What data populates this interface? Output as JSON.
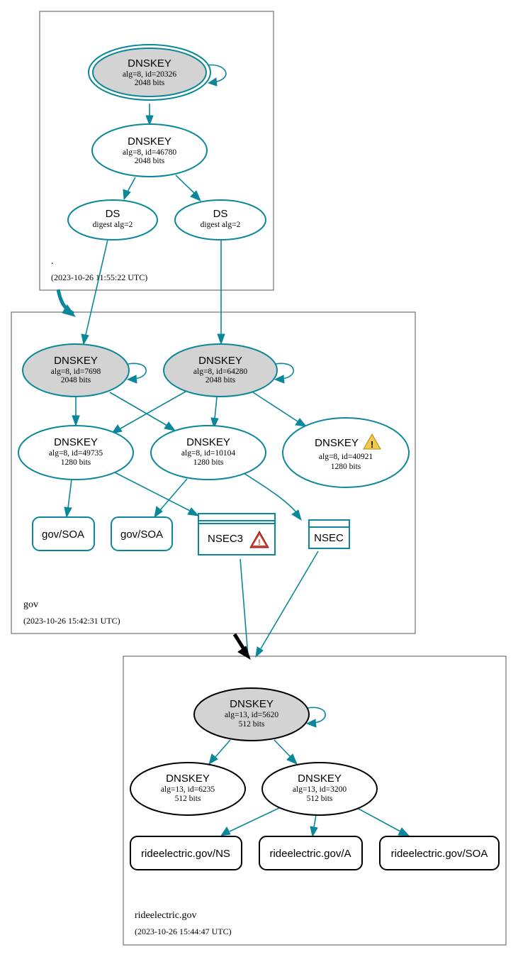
{
  "zones": {
    "root": {
      "name": ".",
      "timestamp": "(2023-10-26 11:55:22 UTC)"
    },
    "gov": {
      "name": "gov",
      "timestamp": "(2023-10-26 15:42:31 UTC)"
    },
    "rideelectric": {
      "name": "rideelectric.gov",
      "timestamp": "(2023-10-26 15:44:47 UTC)"
    }
  },
  "nodes": {
    "root_ksk": {
      "title": "DNSKEY",
      "line1": "alg=8, id=20326",
      "line2": "2048 bits"
    },
    "root_zsk": {
      "title": "DNSKEY",
      "line1": "alg=8, id=46780",
      "line2": "2048 bits"
    },
    "root_ds1": {
      "title": "DS",
      "line1": "digest alg=2"
    },
    "root_ds2": {
      "title": "DS",
      "line1": "digest alg=2"
    },
    "gov_ksk1": {
      "title": "DNSKEY",
      "line1": "alg=8, id=7698",
      "line2": "2048 bits"
    },
    "gov_ksk2": {
      "title": "DNSKEY",
      "line1": "alg=8, id=64280",
      "line2": "2048 bits"
    },
    "gov_zsk1": {
      "title": "DNSKEY",
      "line1": "alg=8, id=49735",
      "line2": "1280 bits"
    },
    "gov_zsk2": {
      "title": "DNSKEY",
      "line1": "alg=8, id=10104",
      "line2": "1280 bits"
    },
    "gov_zsk3": {
      "title": "DNSKEY",
      "line1": "alg=8, id=40921",
      "line2": "1280 bits"
    },
    "gov_soa1": {
      "title": "gov/SOA"
    },
    "gov_soa2": {
      "title": "gov/SOA"
    },
    "gov_nsec3": {
      "title": "NSEC3"
    },
    "gov_nsec": {
      "title": "NSEC"
    },
    "re_ksk": {
      "title": "DNSKEY",
      "line1": "alg=13, id=5620",
      "line2": "512 bits"
    },
    "re_zsk1": {
      "title": "DNSKEY",
      "line1": "alg=13, id=6235",
      "line2": "512 bits"
    },
    "re_zsk2": {
      "title": "DNSKEY",
      "line1": "alg=13, id=3200",
      "line2": "512 bits"
    },
    "re_ns": {
      "title": "rideelectric.gov/NS"
    },
    "re_a": {
      "title": "rideelectric.gov/A"
    },
    "re_soa": {
      "title": "rideelectric.gov/SOA"
    }
  },
  "colors": {
    "edge": "#0a879a",
    "ksk_fill": "#d3d3d3",
    "warning": "#f2c94c",
    "error": "#d63b2f",
    "delegation_gov": "#0a879a",
    "delegation_rideelectric": "#000000"
  }
}
